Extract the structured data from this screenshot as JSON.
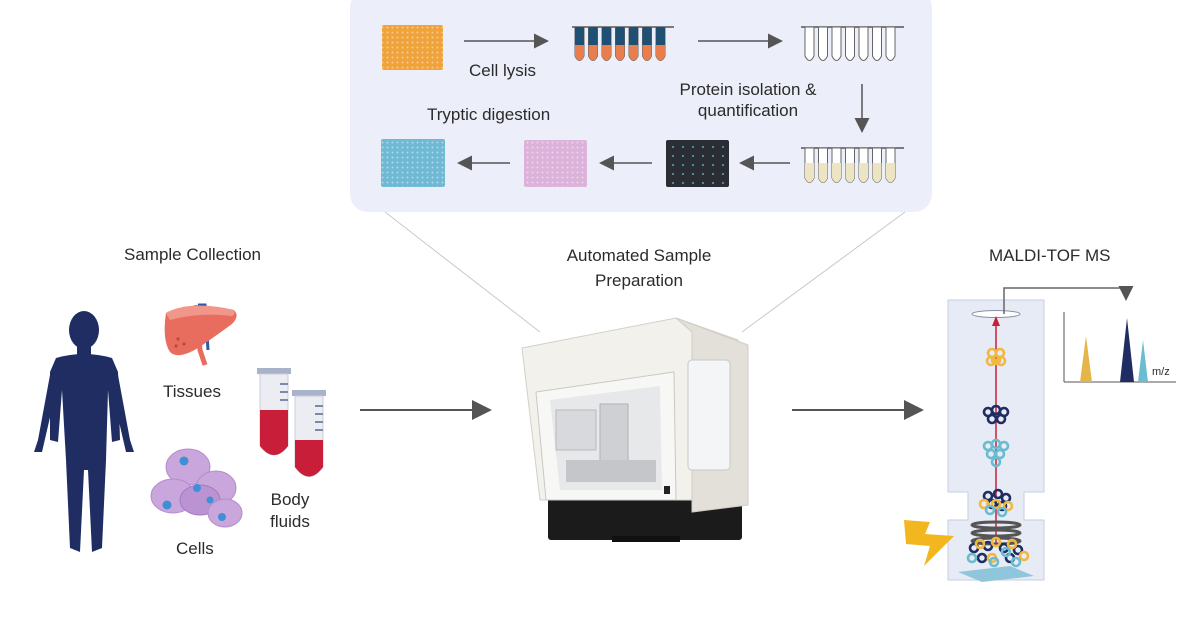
{
  "sections": {
    "sample_collection": "Sample Collection",
    "automated_prep_line1": "Automated Sample",
    "automated_prep_line2": "Preparation",
    "maldi": "MALDI-TOF MS"
  },
  "workflow": {
    "cell_lysis": "Cell lysis",
    "protein_line1": "Protein isolation &",
    "protein_line2": "quantification",
    "tryptic": "Tryptic digestion"
  },
  "samples": {
    "tissues": "Tissues",
    "cells": "Cells",
    "body_line1": "Body",
    "body_line2": "fluids"
  },
  "spectrum": {
    "axis": "m/z"
  },
  "colors": {
    "panel": "#eceef9",
    "human": "#1f2d63",
    "liver": "#e86d5f",
    "cell": "#c9a6dc",
    "blood": "#c81e3a",
    "plate_orange": "#f0a33b",
    "plate_teal": "#6fb9d4",
    "plate_pink": "#dcb2da",
    "plate_dark": "#2a2e34",
    "ion_yellow": "#f1b840",
    "ion_navy": "#1f2d63",
    "ion_teal": "#6bbcd0",
    "laser": "#f2b61e",
    "arrow": "#555555"
  }
}
